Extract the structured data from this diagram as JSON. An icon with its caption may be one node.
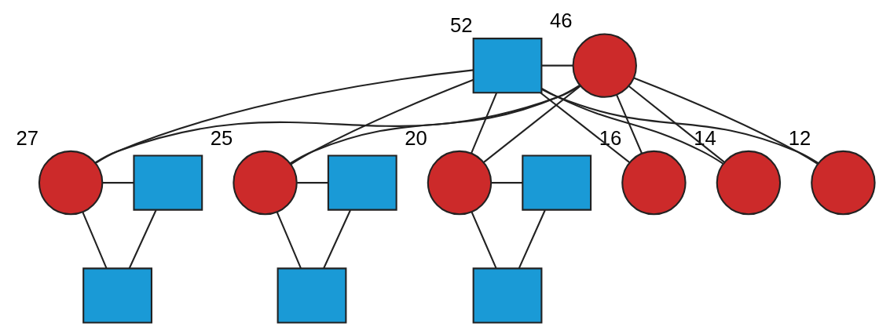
{
  "diagram": {
    "nodes": [
      {
        "text": [],
        "shape": "box",
        "beside": [
          "52"
        ]
      },
      {
        "text": [],
        "shape": "circle",
        "beside": [
          "46"
        ]
      },
      {
        "text": [],
        "shape": "circle",
        "beside": [
          "27"
        ]
      },
      {
        "text": [],
        "shape": "box"
      },
      {
        "text": [],
        "shape": "circle",
        "beside": [
          "25"
        ]
      },
      {
        "text": [],
        "shape": "box"
      },
      {
        "text": [],
        "shape": "circle",
        "beside": [
          "20"
        ]
      },
      {
        "text": [],
        "shape": "box"
      },
      {
        "text": [],
        "shape": "circle",
        "beside": [
          "16"
        ]
      },
      {
        "text": [],
        "shape": "circle",
        "beside": [
          "14"
        ]
      },
      {
        "text": [],
        "shape": "circle",
        "beside": [
          "12"
        ]
      },
      {
        "text": [],
        "shape": "box"
      },
      {
        "text": [],
        "shape": "box"
      },
      {
        "text": [],
        "shape": "box"
      }
    ],
    "edges": [
      {
        "from": 0,
        "to": 1,
        "arrow": "none"
      },
      {
        "from": 0,
        "to": 2,
        "arrow": "none"
      },
      {
        "from": 1,
        "to": 2,
        "arrow": "none"
      },
      {
        "from": 0,
        "to": 4,
        "arrow": "none"
      },
      {
        "from": 1,
        "to": 4,
        "arrow": "none"
      },
      {
        "from": 0,
        "to": 6,
        "arrow": "none"
      },
      {
        "from": 1,
        "to": 6,
        "arrow": "none"
      },
      {
        "from": 0,
        "to": 8,
        "arrow": "none"
      },
      {
        "from": 1,
        "to": 8,
        "arrow": "none"
      },
      {
        "from": 0,
        "to": 9,
        "arrow": "none"
      },
      {
        "from": 1,
        "to": 9,
        "arrow": "none"
      },
      {
        "from": 0,
        "to": 10,
        "arrow": "none"
      },
      {
        "from": 1,
        "to": 10,
        "arrow": "none"
      },
      {
        "from": 2,
        "to": 3,
        "arrow": "none"
      },
      {
        "from": 4,
        "to": 5,
        "arrow": "none"
      },
      {
        "from": 6,
        "to": 7,
        "arrow": "none"
      },
      {
        "from": 2,
        "to": 11,
        "arrow": "none"
      },
      {
        "from": 3,
        "to": 11,
        "arrow": "none"
      },
      {
        "from": 4,
        "to": 12,
        "arrow": "none"
      },
      {
        "from": 5,
        "to": 12,
        "arrow": "none"
      },
      {
        "from": 6,
        "to": 13,
        "arrow": "none"
      },
      {
        "from": 7,
        "to": 13,
        "arrow": "none"
      }
    ]
  }
}
